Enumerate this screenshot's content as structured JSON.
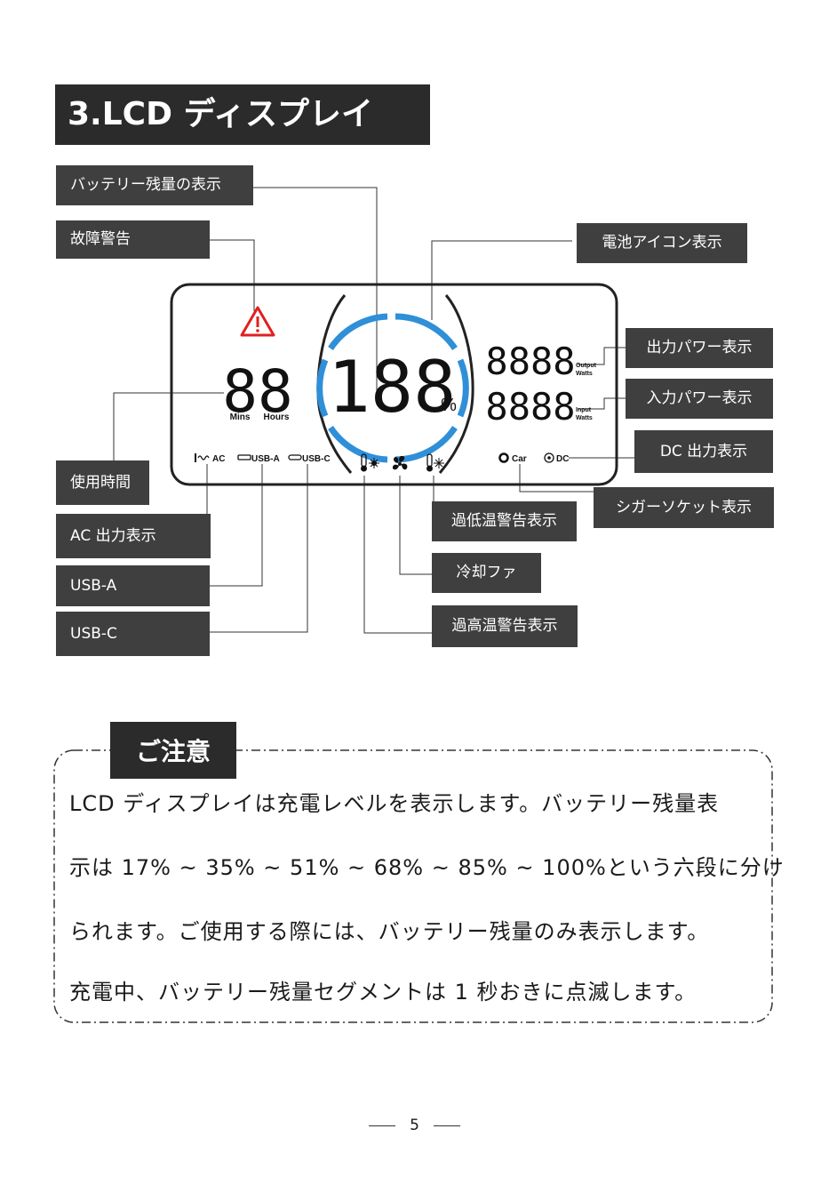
{
  "section_title": "3.LCD ディスプレイ",
  "labels": {
    "battery_level": "バッテリー残量の表示",
    "fault_warning": "故障警告",
    "battery_icon": "電池アイコン表示",
    "output_power": "出力パワー表示",
    "input_power": "入力パワー表示",
    "dc_output": "DC 出力表示",
    "cigar_socket": "シガーソケット表示",
    "low_temp_warning": "過低温警告表示",
    "cooling_fan": "冷却ファ",
    "high_temp_warning": "過高温警告表示",
    "usage_time": "使用時間",
    "ac_output": "AC 出力表示",
    "usb_a": "USB-A",
    "usb_c": "USB-C"
  },
  "lcd": {
    "time_digits": "88",
    "mins": "Mins",
    "hours": "Hours",
    "battery_digits": "188",
    "percent": "%",
    "output_digits": "8888",
    "output_label_1": "Output",
    "output_label_2": "Watts",
    "input_digits": "8888",
    "input_label_1": "Input",
    "input_label_2": "Watts",
    "port_ac": "AC",
    "port_usba": "USB-A",
    "port_usbc": "USB-C",
    "car": "Car",
    "dc": "DC"
  },
  "note": {
    "title": "ご注意",
    "lines": [
      "LCD ディスプレイは充電レベルを表示します。バッテリー残量表",
      "示は 17% ~ 35% ~ 51% ~ 68% ~ 85% ~ 100%という六段に分け",
      "られます。ご使用する際には、バッテリー残量のみ表示します。",
      "充電中、バッテリー残量セグメントは 1 秒おきに点滅します。"
    ]
  },
  "page_number": "5",
  "colors": {
    "ring": "#2f8fd8",
    "warning": "#e02020",
    "label_bg": "#3f3f3f"
  }
}
